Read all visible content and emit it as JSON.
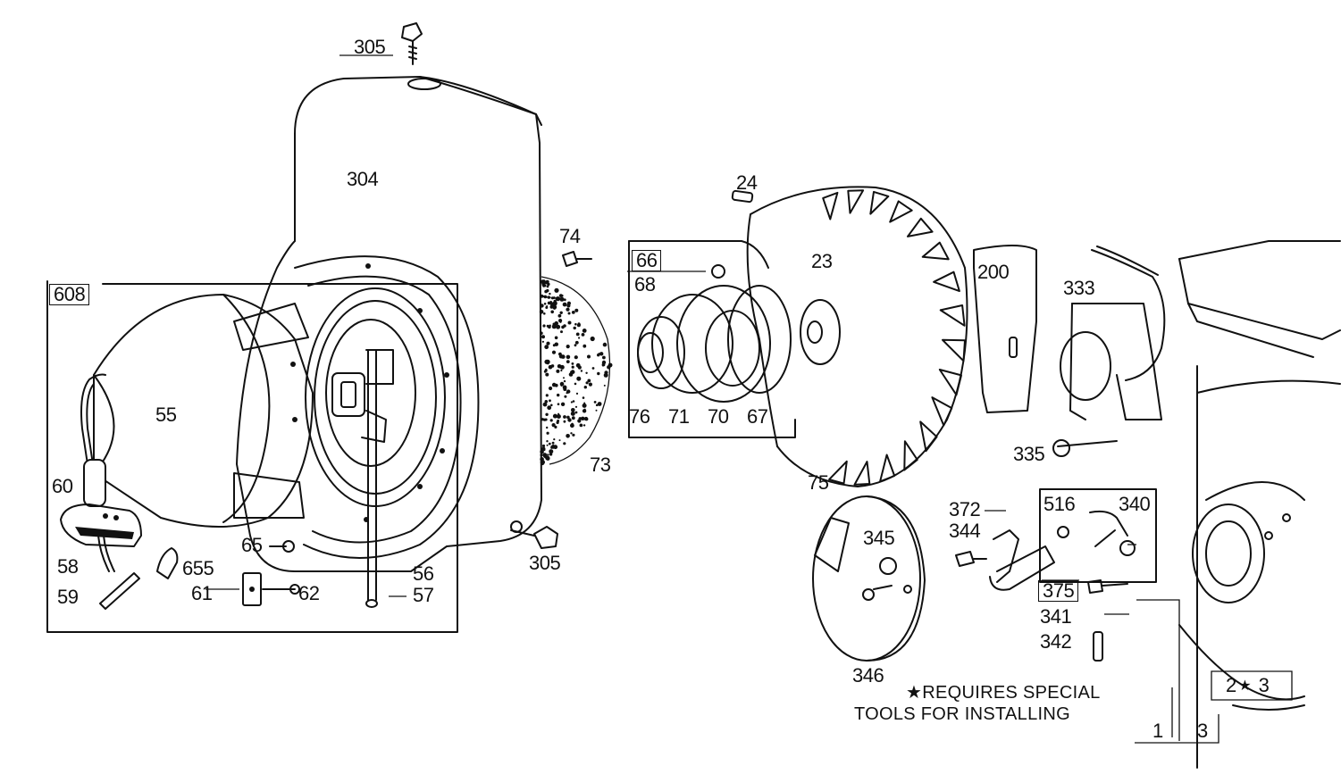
{
  "diagram": {
    "part_labels": {
      "p305_top": "305",
      "p304": "304",
      "p608": "608",
      "p55": "55",
      "p60": "60",
      "p58": "58",
      "p59": "59",
      "p655": "655",
      "p61": "61",
      "p62": "62",
      "p65": "65",
      "p56": "56",
      "p57": "57",
      "p305_bottom": "305",
      "p73": "73",
      "p74": "74",
      "p66": "66",
      "p68": "68",
      "p76": "76",
      "p71": "71",
      "p70": "70",
      "p67": "67",
      "p24": "24",
      "p23": "23",
      "p75": "75",
      "p200": "200",
      "p333": "333",
      "p335": "335",
      "p345": "345",
      "p346": "346",
      "p372": "372",
      "p344": "344",
      "p516": "516",
      "p340": "340",
      "p375": "375",
      "p341": "341",
      "p342": "342",
      "p1": "1",
      "p3": "3",
      "p2": "2",
      "p3b": "3"
    },
    "note_line1": "★REQUIRES SPECIAL",
    "note_line2": "TOOLS FOR INSTALLING",
    "star_symbol": "★"
  }
}
